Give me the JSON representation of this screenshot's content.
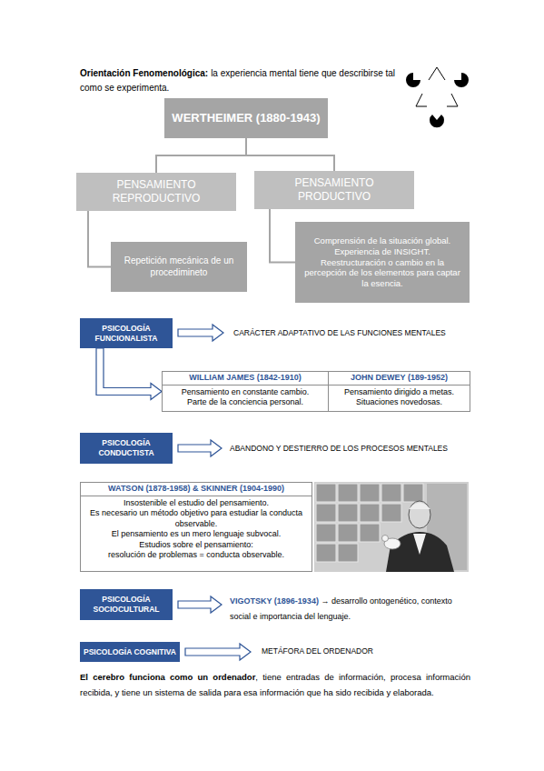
{
  "diagram": {
    "nodes": [
      {
        "text": [
          "WERTHEIMER (1880-1943)"
        ]
      },
      {
        "text": [
          "PENSAMIENTO REPRODUCTIVO"
        ]
      },
      {
        "text": [
          "PENSAMIENTO PRODUCTIVO"
        ]
      },
      {
        "text": [
          "Repetición mecánica de un procedimineto"
        ]
      },
      {
        "text": [
          "Comprensión de la situación global. Experiencia de INSIGHT. Reestructuración o cambio en la percepción de los elementos para captar la esencia."
        ]
      },
      {
        "text": [
          "PSICOLOGÍA FUNCIONALISTA"
        ]
      },
      {
        "text": [
          "WILLIAM JAMES (1842-1910)",
          "Pensamiento en constante cambio.",
          "Parte de la conciencia personal."
        ]
      },
      {
        "text": [
          "JOHN DEWEY (189-1952)",
          "Pensamiento dirigido a metas.",
          "Situaciones novedosas."
        ]
      },
      {
        "text": [
          "PSICOLOGÍA CONDUCTISTA"
        ]
      },
      {
        "text": [
          "WATSON (1878-1958) & SKINNER (1904-1990)",
          "Insostenible el estudio del pensamiento.",
          "Es necesario un método objetivo para estudiar la conducta observable.",
          "El pensamiento es un mero lenguaje subvocal.",
          "Estudios sobre el pensamiento:",
          "resolución de problemas = conducta observable."
        ]
      },
      {
        "text": [
          "PSICOLOGÍA SOCIOCULTURAL"
        ]
      },
      {
        "text": [
          "PSICOLOGÍA COGNITIVA"
        ]
      }
    ],
    "edges": [
      {
        "from": 0,
        "to": 1,
        "arrow": "none"
      },
      {
        "from": 0,
        "to": 2,
        "arrow": "none"
      },
      {
        "from": 1,
        "to": 3,
        "arrow": "none"
      },
      {
        "from": 2,
        "to": 4,
        "arrow": "none"
      },
      {
        "from": 5,
        "to": 6,
        "arrow": "to"
      }
    ],
    "labels": [
      "Orientación Fenomenológica:",
      "la experiencia mental tiene que describirse tal como se experimenta.",
      "CARÁCTER ADAPTATIVO DE LAS FUNCIONES MENTALES",
      "ABANDONO Y DESTIERRO DE LOS PROCESOS MENTALES",
      "VIGOTSKY (1896-1934)",
      "→ desarrollo ontogenético, contexto social e importancia del lenguaje.",
      "METÁFORA DEL ORDENADOR",
      "El cerebro funciona como un ordenador",
      ", tiene entradas de información, procesa información recibida, y tiene un sistema de salida para esa información que ha sido recibida y elaborada."
    ]
  }
}
